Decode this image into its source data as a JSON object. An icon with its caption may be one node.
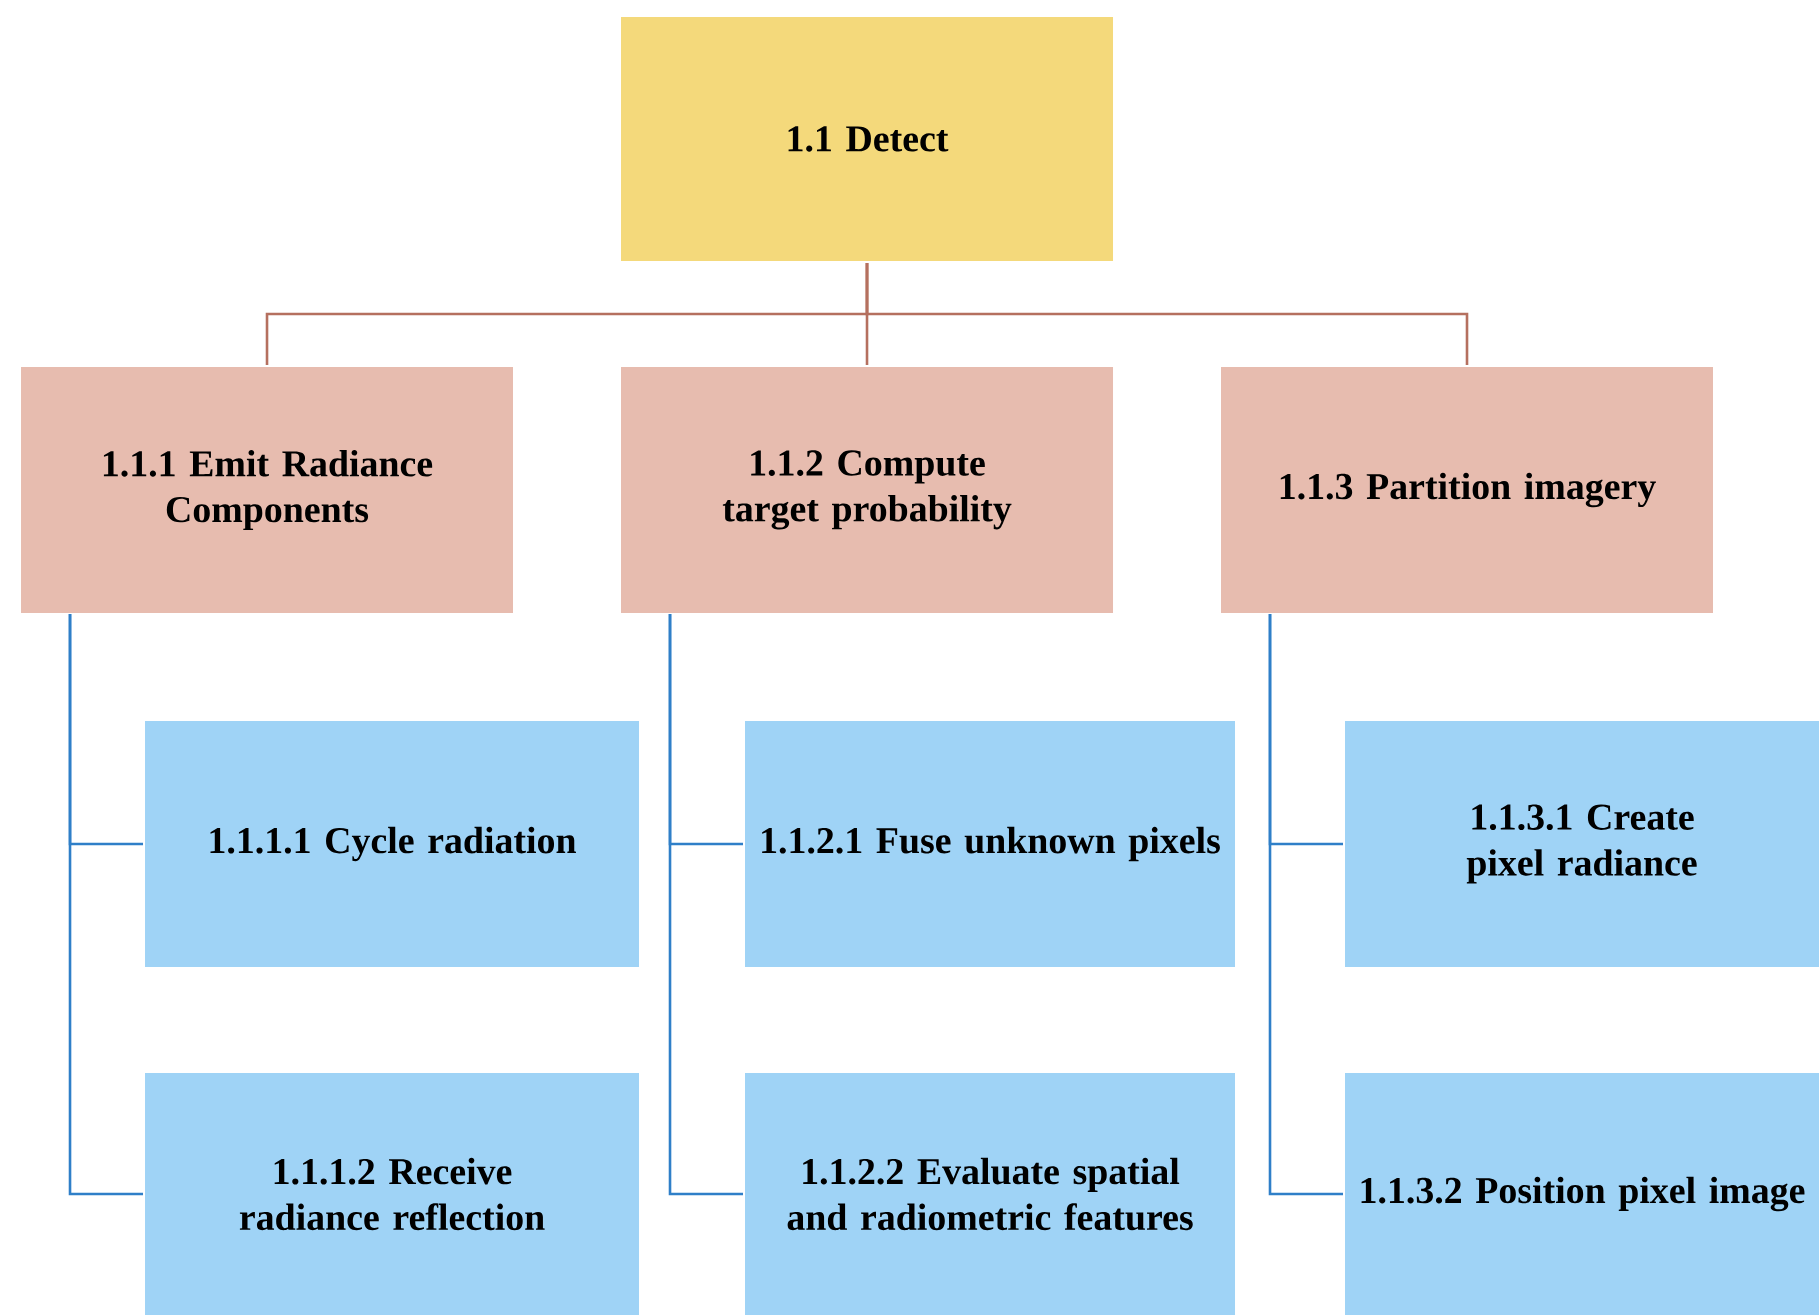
{
  "diagram": {
    "nodes": [
      {
        "text": [
          "1.1 Detect"
        ]
      },
      {
        "text": [
          "1.1.1 Emit Radiance Components"
        ]
      },
      {
        "text": [
          "1.1.2 Compute target probability"
        ]
      },
      {
        "text": [
          "1.1.3 Partition imagery"
        ]
      },
      {
        "text": [
          "1.1.1.1 Cycle radiation"
        ]
      },
      {
        "text": [
          "1.1.1.2 Receive radiance reflection"
        ]
      },
      {
        "text": [
          "1.1.2.1 Fuse unknown pixels"
        ]
      },
      {
        "text": [
          "1.1.2.2 Evaluate spatial and radiometric features"
        ]
      },
      {
        "text": [
          "1.1.3.1 Create pixel radiance"
        ]
      },
      {
        "text": [
          "1.1.3.2 Position pixel image"
        ]
      }
    ],
    "edges": [
      {
        "from": 0,
        "to": 1,
        "arrow": "none",
        "color": "#b5705f"
      },
      {
        "from": 0,
        "to": 2,
        "arrow": "none",
        "color": "#b5705f"
      },
      {
        "from": 0,
        "to": 3,
        "arrow": "none",
        "color": "#b5705f"
      },
      {
        "from": 1,
        "to": 4,
        "arrow": "none"
      },
      {
        "from": 1,
        "to": 5,
        "arrow": "none"
      },
      {
        "from": 2,
        "to": 6,
        "arrow": "none"
      },
      {
        "from": 2,
        "to": 7,
        "arrow": "none"
      },
      {
        "from": 3,
        "to": 8,
        "arrow": "none"
      },
      {
        "from": 3,
        "to": 9,
        "arrow": "none"
      }
    ]
  }
}
